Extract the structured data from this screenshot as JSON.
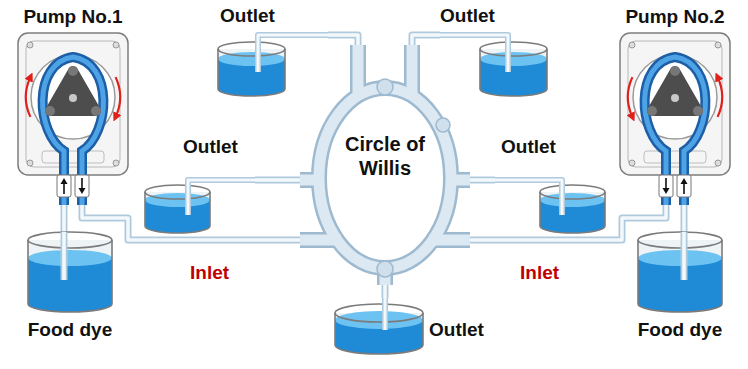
{
  "diagram": {
    "nodes": [
      {
        "text": [
          "Pump No.1"
        ]
      },
      {
        "text": [
          "Food dye"
        ]
      },
      {
        "text": [
          "Pump No.2"
        ]
      },
      {
        "text": [
          "Food dye"
        ]
      },
      {
        "text": [
          "Circle of Willis"
        ]
      },
      {
        "text": [
          "Outlet"
        ]
      },
      {
        "text": [
          "Outlet"
        ]
      },
      {
        "text": [
          "Outlet"
        ]
      },
      {
        "text": [
          "Outlet"
        ]
      },
      {
        "text": [
          "Outlet"
        ]
      }
    ],
    "edges": [
      {
        "from": 1,
        "to": 0,
        "arrow": "none"
      },
      {
        "from": 0,
        "to": 4,
        "label": "Inlet",
        "arrow": "none"
      },
      {
        "from": 3,
        "to": 2,
        "arrow": "none"
      },
      {
        "from": 2,
        "to": 4,
        "label": "Inlet",
        "arrow": "none"
      },
      {
        "from": 4,
        "to": 5,
        "arrow": "none"
      },
      {
        "from": 4,
        "to": 6,
        "arrow": "none"
      },
      {
        "from": 4,
        "to": 7,
        "arrow": "none"
      },
      {
        "from": 4,
        "to": 8,
        "arrow": "none"
      },
      {
        "from": 4,
        "to": 9,
        "arrow": "none"
      }
    ]
  }
}
